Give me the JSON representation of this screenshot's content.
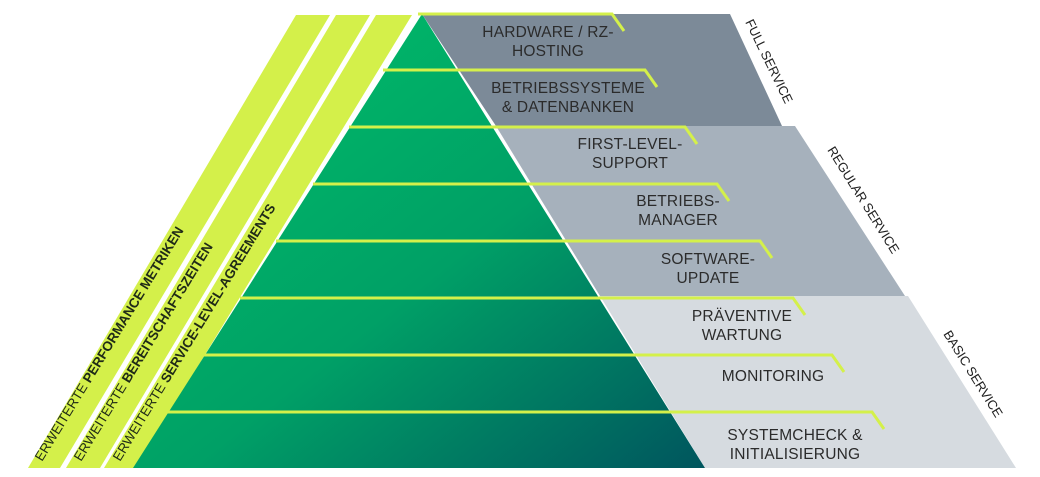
{
  "colors": {
    "accent_lime": "#d4f04a",
    "band_light": "#e6fb62",
    "pyramid_top": "#00c269",
    "pyramid_bottom": "#00555e",
    "full_service_bg": "#7c8a98",
    "regular_service_bg": "#a6b1bc",
    "basic_service_bg": "#d6dbe0",
    "text_dark": "#2b2b2b"
  },
  "side_bands": [
    {
      "prefix": "ERWEITERTE ",
      "bold": "PERFORMANCE METRIKEN"
    },
    {
      "prefix": "ERWEITERTE ",
      "bold": "BEREITSCHAFTSZEITEN"
    },
    {
      "prefix": "ERWEITERTE ",
      "bold": "SERVICE-LEVEL-AGREEMENTS"
    }
  ],
  "service_groups": [
    {
      "label": "FULL SERVICE"
    },
    {
      "label": "REGULAR SERVICE"
    },
    {
      "label": "BASIC SERVICE"
    }
  ],
  "tiers": [
    {
      "lines": [
        "HARDWARE / RZ-",
        "HOSTING"
      ]
    },
    {
      "lines": [
        "BETRIEBSSYSTEME",
        "& DATENBANKEN"
      ]
    },
    {
      "lines": [
        "FIRST-LEVEL-",
        "SUPPORT"
      ]
    },
    {
      "lines": [
        "BETRIEBS-",
        "MANAGER"
      ]
    },
    {
      "lines": [
        "SOFTWARE-",
        "UPDATE"
      ]
    },
    {
      "lines": [
        "PRÄVENTIVE",
        "WARTUNG"
      ]
    },
    {
      "lines": [
        "MONITORING"
      ]
    },
    {
      "lines": [
        "SYSTEMCHECK &",
        "INITIALISIERUNG"
      ]
    }
  ]
}
